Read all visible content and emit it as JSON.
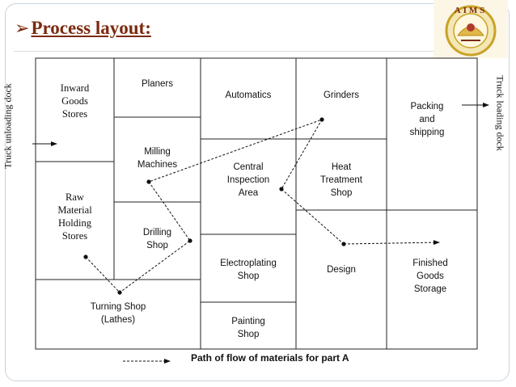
{
  "header": {
    "bullet": "➢",
    "title": "Process layout:"
  },
  "logo": {
    "text": "AIMS",
    "colors": {
      "ring": "#c9a227",
      "inner": "#f4e7b5",
      "accent": "#b03a2e"
    }
  },
  "docks": {
    "left_label": "Truck unloading dock",
    "right_label": "Truck loading dock"
  },
  "departments": [
    {
      "id": "inward",
      "label": "Inward\nGoods\nStores"
    },
    {
      "id": "planers",
      "label": "Planers"
    },
    {
      "id": "automatics",
      "label": "Automatics"
    },
    {
      "id": "grinders",
      "label": "Grinders"
    },
    {
      "id": "packing",
      "label": "Packing\nand\nshipping"
    },
    {
      "id": "milling",
      "label": "Milling\nMachines"
    },
    {
      "id": "central",
      "label": "Central\nInspection\nArea"
    },
    {
      "id": "heat",
      "label": "Heat\nTreatment\nShop"
    },
    {
      "id": "raw",
      "label": "Raw\nMaterial\nHolding\nStores"
    },
    {
      "id": "drilling",
      "label": "Drilling\nShop"
    },
    {
      "id": "electroplating",
      "label": "Electroplating\nShop"
    },
    {
      "id": "design",
      "label": "Design"
    },
    {
      "id": "finished",
      "label": "Finished\nGoods\nStorage"
    },
    {
      "id": "turning",
      "label": "Turning Shop\n(Lathes)"
    },
    {
      "id": "painting",
      "label": "Painting\nShop"
    }
  ],
  "legend": {
    "label": "Path of flow of materials for part A"
  },
  "flow_path_order": [
    "raw",
    "turning",
    "drilling",
    "milling",
    "grinders",
    "central",
    "design",
    "finished"
  ]
}
